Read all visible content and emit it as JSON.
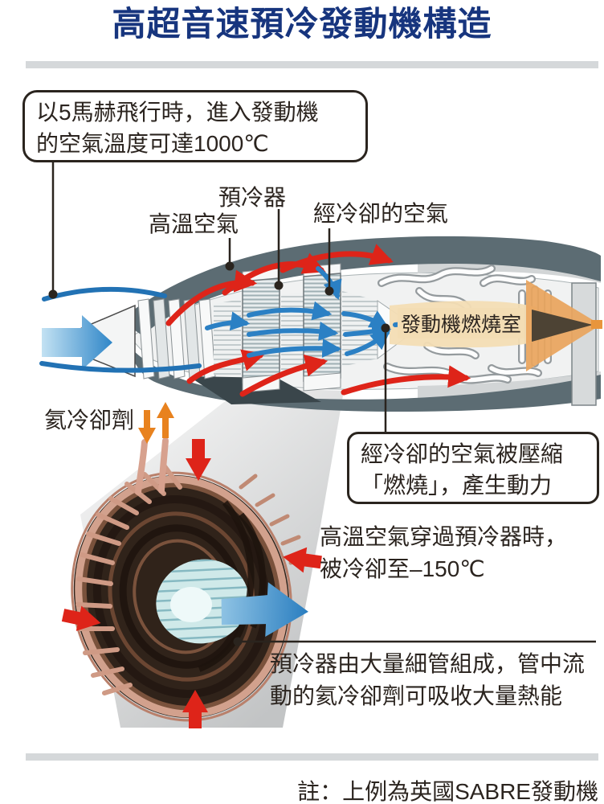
{
  "title": "高超音速預冷發動機構造",
  "callouts": {
    "mach5_line1": "以5馬赫飛行時，進入發動機",
    "mach5_line2": "的空氣溫度可達1000℃",
    "compress_line1": "經冷卻的空氣被壓縮",
    "compress_line2": "「燃燒」，產生動力"
  },
  "labels": {
    "hot_air": "高溫空氣",
    "precooler": "預冷器",
    "cooled_air": "經冷卻的空氣",
    "combustion_chamber": "發動機燃燒室",
    "helium_coolant": "氦冷卻劑"
  },
  "annotations": {
    "cooling_line1": "高溫空氣穿過預冷器時，",
    "cooling_line2": "被冷卻至–150℃",
    "tubes_line1": "預冷器由大量細管組成，管中流",
    "tubes_line2": "動的氦冷卻劑可吸收大量熱能"
  },
  "footer_note": "註：上例為英國SABRE發動機",
  "icons": {
    "hot_air_arrow": "red-curved-arrow",
    "cooled_air_arrow": "blue-arrow",
    "helium_flow_arrows": "orange-up-down-arrows",
    "magnifier_wedge": "zoom-cone"
  },
  "colors": {
    "title_blue": "#17357E",
    "hot_red": "#DE2419",
    "cool_blue": "#2F86C8",
    "helium_orange": "#E8821E",
    "nacelle_slate": "#5C6C73",
    "combustion_tan": "#F3DDB4",
    "exhaust_orange": "#E9A55E",
    "copper": "#CF9A85",
    "divider_gray": "#D5D8DA",
    "text_dark": "#2B241F"
  }
}
